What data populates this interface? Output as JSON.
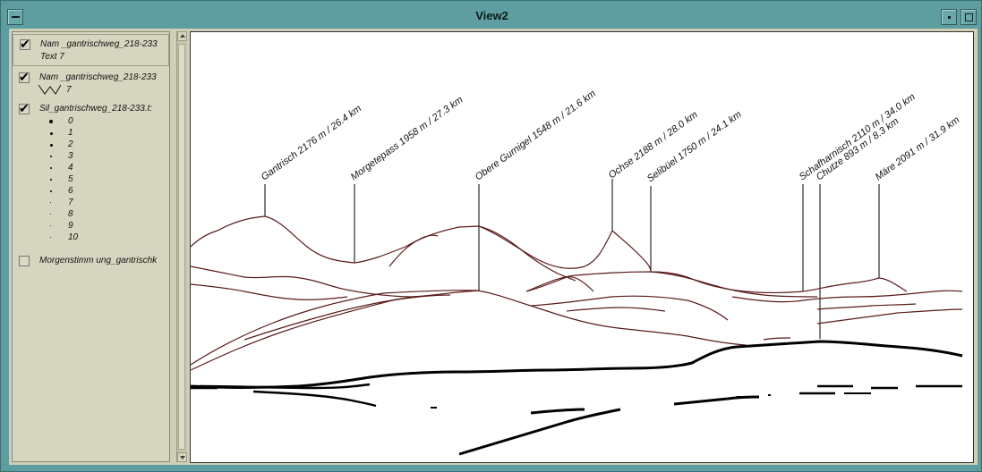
{
  "window": {
    "title": "View2"
  },
  "legend": {
    "entries": [
      {
        "name": "Nam _gantrischweg_218-233",
        "sub": "Text 7",
        "checked": true
      },
      {
        "name": "Nam _gantrischweg_218-233",
        "sub": "7",
        "checked": true
      },
      {
        "name": "Sil_gantrischweg_218-233.t:",
        "checked": true,
        "classes": [
          "0",
          "1",
          "2",
          "3",
          "4",
          "5",
          "6",
          "7",
          "8",
          "9",
          "10"
        ]
      },
      {
        "name": "Morgenstimm ung_gantrischk",
        "checked": false
      }
    ]
  },
  "peaks": [
    {
      "label": "Gantrisch  2176 m / 26.4 km"
    },
    {
      "label": "Morgetepass  1958 m / 27.3 km"
    },
    {
      "label": "Obere Gurnigel 1548 m / 21.6 km"
    },
    {
      "label": "Ochse  2188 m / 28.0 km"
    },
    {
      "label": "Selibüel  1750 m / 24.1 km"
    },
    {
      "label": "Schafharnisch  2110 m / 34.0 km"
    },
    {
      "label": "Chutze  893 m / 8.3 km"
    },
    {
      "label": "Märe  2091 m / 31.9 km"
    }
  ],
  "colors": {
    "ridge": "#5a1a1a",
    "foreground": "#000000",
    "title_bar": "#5f9ea0",
    "panel": "#d6d6c0"
  }
}
